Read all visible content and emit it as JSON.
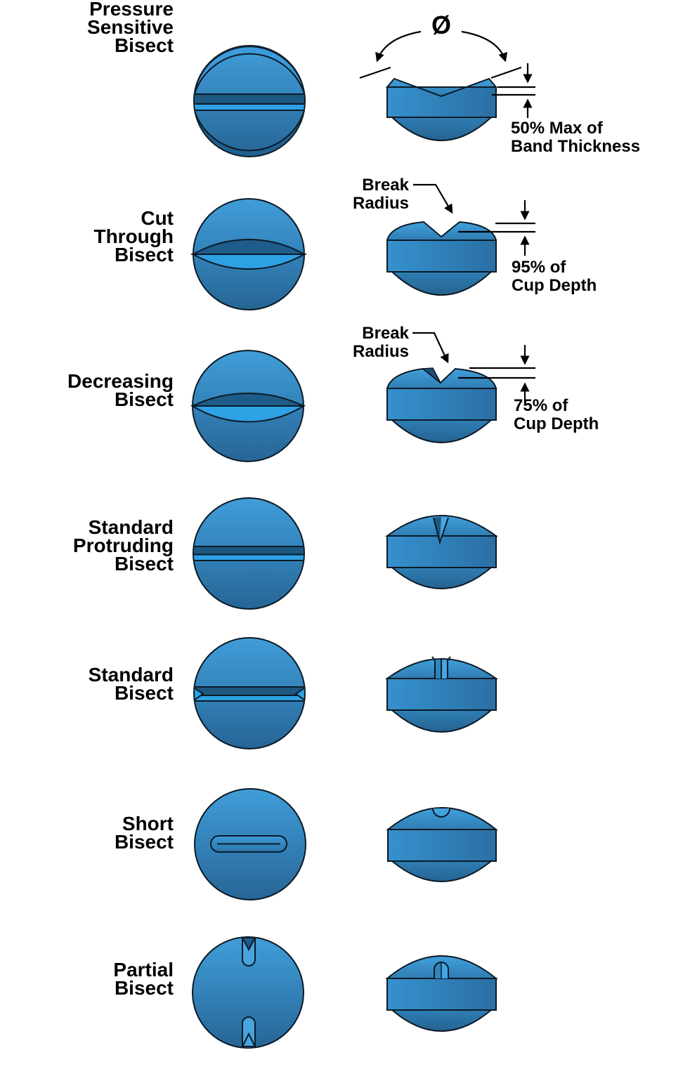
{
  "diagram": {
    "diameter_symbol": "Ø",
    "rows": [
      {
        "id": "pressure-sensitive-bisect",
        "label": "Pressure\nSensitive\nBisect",
        "dimension_note": "50% Max of\nBand Thickness"
      },
      {
        "id": "cut-through-bisect",
        "label": "Cut\nThrough\nBisect",
        "callout": "Break\nRadius",
        "dimension_note": "95% of\nCup Depth"
      },
      {
        "id": "decreasing-bisect",
        "label": "Decreasing\nBisect",
        "callout": "Break\nRadius",
        "dimension_note": "75% of\nCup Depth"
      },
      {
        "id": "standard-protruding-bisect",
        "label": "Standard\nProtruding\nBisect"
      },
      {
        "id": "standard-bisect",
        "label": "Standard\nBisect"
      },
      {
        "id": "short-bisect",
        "label": "Short\nBisect"
      },
      {
        "id": "partial-bisect",
        "label": "Partial\nBisect"
      }
    ],
    "colors": {
      "tablet_light": "#409DD8",
      "tablet_dark": "#266595",
      "stripe_dark": "#1D5880",
      "stripe_light": "#2EA0E4",
      "outline": "#0C1A26",
      "text": "#000000"
    }
  }
}
